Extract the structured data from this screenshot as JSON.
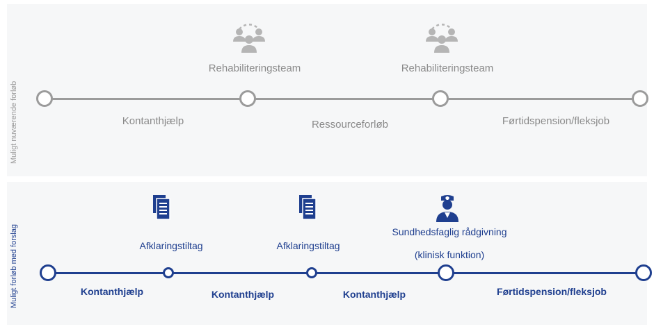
{
  "side_labels": {
    "top": "Muligt nuværende forløb",
    "bottom": "Muligt forløb med forslag"
  },
  "top_track": {
    "teams": [
      {
        "label": "Rehabiliteringsteam",
        "icon": "team-icon"
      },
      {
        "label": "Rehabiliteringsteam",
        "icon": "team-icon"
      }
    ],
    "segments": [
      "Kontanthjælp",
      "Ressourceforløb",
      "Førtidspension/fleksjob"
    ]
  },
  "bottom_track": {
    "interventions": [
      {
        "label": "Afklaringstiltag",
        "icon": "document-icon"
      },
      {
        "label": "Afklaringstiltag",
        "icon": "document-icon"
      }
    ],
    "health": {
      "label_line1": "Sundhedsfaglig rådgivning",
      "label_line2": "(klinisk funktion)",
      "icon": "nurse-icon"
    },
    "segments": [
      "Kontanthjælp",
      "Kontanthjælp",
      "Kontanthjælp",
      "Førtidspension/fleksjob"
    ]
  },
  "colors": {
    "gray": "#9b9b9b",
    "blue": "#1f3f8f",
    "background": "#f6f7f8"
  }
}
